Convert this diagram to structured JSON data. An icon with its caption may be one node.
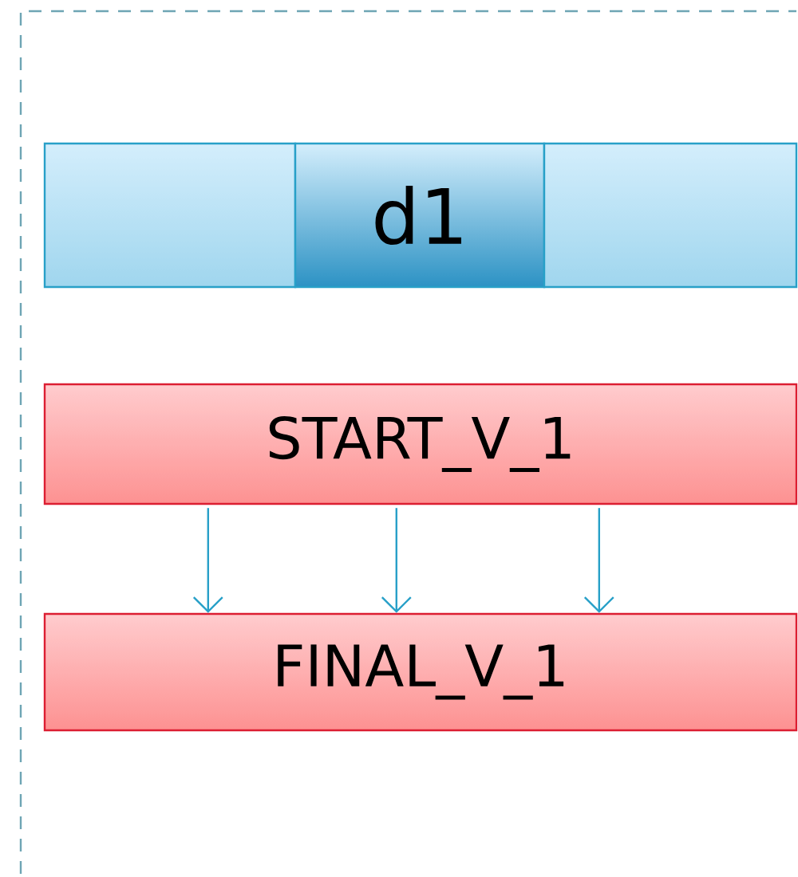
{
  "diagram": {
    "nodes": [
      {
        "text": [],
        "shape": "box"
      },
      {
        "text": [
          "d1"
        ]
      },
      {
        "text": [],
        "shape": "box"
      },
      {
        "text": [
          "START_V_1"
        ]
      },
      {
        "text": [
          "FINAL_V_1"
        ]
      }
    ],
    "edges": [
      {
        "from": 3,
        "to": 4,
        "arrow": "to"
      },
      {
        "from": 3,
        "to": 4,
        "arrow": "to"
      },
      {
        "from": 3,
        "to": 4,
        "arrow": "to"
      }
    ]
  }
}
